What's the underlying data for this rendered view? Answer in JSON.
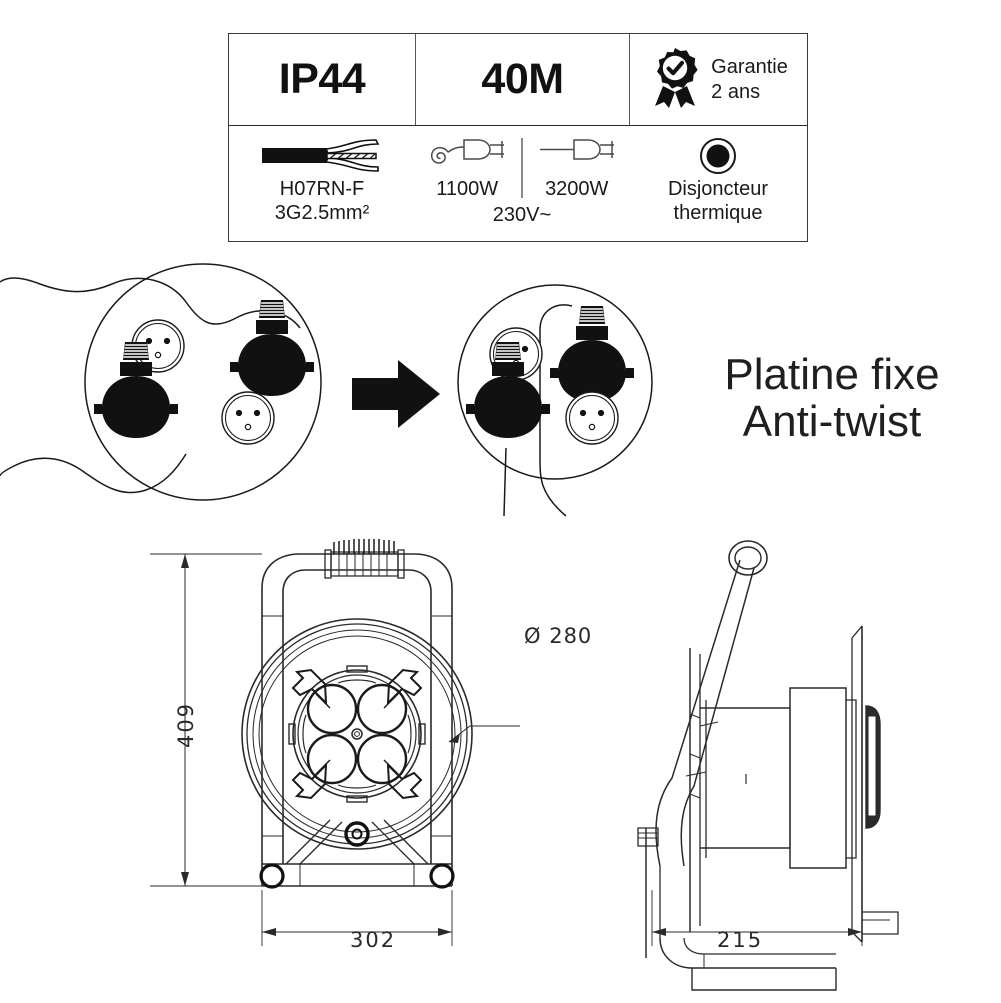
{
  "spec_table": {
    "row1": {
      "ip_rating": "IP44",
      "cable_length": "40M",
      "warranty_icon": "award-badge-check-icon",
      "warranty_line1": "Garantie",
      "warranty_line2": "2 ans"
    },
    "row2": {
      "cable_icon": "stripped-cable-icon",
      "cable_type": "H07RN-F",
      "cable_section": "3G2.5mm²",
      "power_coiled_icon": "coiled-cable-plug-icon",
      "power_coiled": "1100W",
      "power_uncoiled_icon": "extended-cable-plug-icon",
      "power_uncoiled": "3200W",
      "voltage": "230V~",
      "breaker_icon": "thermal-breaker-button-icon",
      "breaker_line1": "Disjoncteur",
      "breaker_line2": "thermique"
    }
  },
  "antitwist": {
    "before_label": "tangled-cables-reel",
    "arrow_icon": "right-arrow-icon",
    "after_label": "untangled-cables-reel",
    "headline_line1": "Platine fixe",
    "headline_line2": "Anti-twist"
  },
  "technical_drawing": {
    "front_view_label": "cable-reel-front-view",
    "side_view_label": "cable-reel-side-view",
    "dimensions": {
      "height": "409",
      "width": "302",
      "depth": "215",
      "drum_diameter": "Ø 280"
    }
  },
  "colors": {
    "ink": "#1a1a1a",
    "line": "#2a2a2a",
    "light_line": "#8a8a8a",
    "background": "#ffffff"
  }
}
